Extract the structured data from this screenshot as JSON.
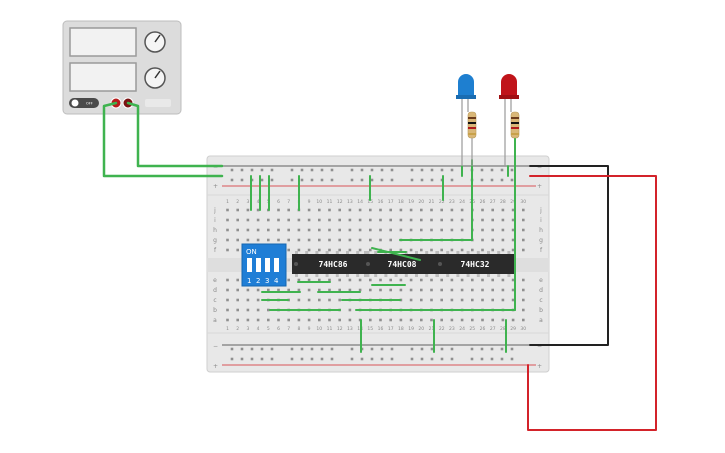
{
  "breadboard": {
    "column_numbers": [
      "1",
      "2",
      "3",
      "4",
      "5",
      "6",
      "7",
      "8",
      "9",
      "10",
      "11",
      "12",
      "13",
      "14",
      "15",
      "16",
      "17",
      "18",
      "19",
      "20",
      "21",
      "22",
      "23",
      "24",
      "25",
      "26",
      "27",
      "28",
      "29",
      "30"
    ],
    "row_letters_top": [
      "j",
      "i",
      "h",
      "g",
      "f"
    ],
    "row_letters_bottom": [
      "e",
      "d",
      "c",
      "b",
      "a"
    ],
    "rail_minus": "−",
    "rail_plus": "+"
  },
  "chips": [
    {
      "label": "74HC86"
    },
    {
      "label": "74HC08"
    },
    {
      "label": "74HC32"
    }
  ],
  "dip_switch": {
    "on_label": "ON",
    "switch_numbers": [
      "1",
      "2",
      "3",
      "4"
    ]
  },
  "power_supply": {
    "off_label": "OFF"
  },
  "leds": [
    {
      "color": "#1e7fd0"
    },
    {
      "color": "#c0141a"
    }
  ],
  "colors": {
    "wire_green": "#3fb34f",
    "wire_red": "#d3232a",
    "wire_black": "#222222",
    "board": "#e8e8e8",
    "chip": "#2a2a2a",
    "dip_blue": "#1f7ed6"
  }
}
